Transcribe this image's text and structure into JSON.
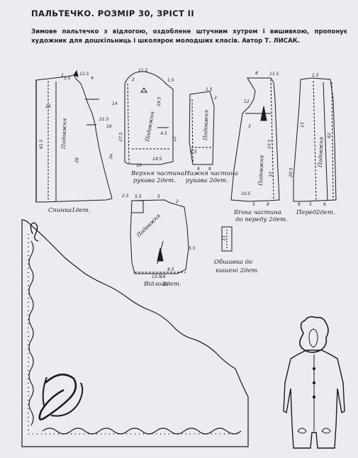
{
  "header": {
    "title": "ПАЛЬТЕЧКО. РОЗМІР 30, ЗРІСТ II",
    "description_main": "Зимове пальтечко з відлогою, оздоблене штучним хутром і вишивкою, пропонує художник для дошкільниць і школярок молодших класів. Автор",
    "author": "Т. ЛИСАК."
  },
  "pieces": {
    "back": {
      "label_1": "Спинка",
      "label_2": "1дет.",
      "grain": "Подовжня"
    },
    "upper_sleeve": {
      "label_1": "Верхня частина",
      "label_2": "рукава 2дет.",
      "grain": "Подовжня"
    },
    "lower_sleeve": {
      "label_1": "Нижня частина",
      "label_2": "рукава 2дет.",
      "grain": "Подовжня"
    },
    "side_front": {
      "label_1": "Бічна частина",
      "label_2": "до переду 2дет.",
      "grain": "Подовжня"
    },
    "front": {
      "label_1": "Перед",
      "label_2": "2дет.",
      "grain": "Подовжня"
    },
    "hood": {
      "label_1": "Відлога",
      "label_2": "2дет.",
      "grain": "Подовжня"
    },
    "pocket_facing": {
      "label_1": "Обшивка до",
      "label_2": "кишені 2дет."
    }
  },
  "measurements": {
    "back": [
      "61.5",
      "12.5",
      "5.5",
      "21.5",
      "28",
      "34",
      "25",
      "2.5",
      "14",
      "16",
      "4",
      "1"
    ],
    "upper_sleeve": [
      "11.5",
      "27.5",
      "10",
      "32",
      "29.5",
      "1.5",
      "2",
      "14.5",
      "4.5"
    ],
    "lower_sleeve": [
      "1.5",
      "2",
      "4.5",
      "9",
      "9"
    ],
    "side_front": [
      "8",
      "11.5",
      "12",
      "3",
      "27.5",
      "10.5",
      "37",
      "5",
      "8"
    ],
    "front": [
      "1.5",
      "62",
      "13",
      "20.5",
      "9",
      "5",
      "6"
    ],
    "hood": [
      "5.5",
      "5",
      "2",
      "5.5",
      "8.5",
      "16",
      "13.5"
    ],
    "pocket": [
      "13"
    ]
  }
}
